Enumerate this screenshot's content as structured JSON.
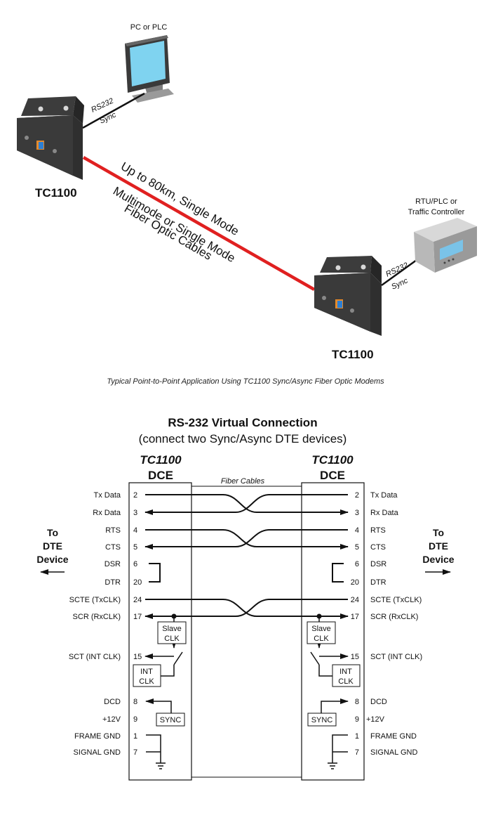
{
  "application": {
    "pc_label": "PC or PLC",
    "rtu_label_line1": "RTU/PLC or",
    "rtu_label_line2": "Traffic Controller",
    "link_left_line1": "RS232",
    "link_left_line2": "Sync",
    "link_right_line1": "RS232",
    "link_right_line2": "Sync",
    "modem_left_name": "TC1100",
    "modem_right_name": "TC1100",
    "fiber_line1": "Up to 80km, Single Mode",
    "fiber_line2": "Multimode or Single Mode",
    "fiber_line3": "Fiber Optic Cables",
    "caption": "Typical Point-to-Point Application Using TC1100 Sync/Async Fiber Optic Modems",
    "fiber_color": "#e02020"
  },
  "wiring": {
    "title": "RS-232 Virtual Connection",
    "subtitle": "(connect two Sync/Async DTE devices)",
    "left_header_line1": "TC1100",
    "left_header_line2": "DCE",
    "right_header_line1": "TC1100",
    "right_header_line2": "DCE",
    "fiber_cables_label": "Fiber Cables",
    "left_device_line1": "To",
    "left_device_line2": "DTE",
    "left_device_line3": "Device",
    "right_device_line1": "To",
    "right_device_line2": "DTE",
    "right_device_line3": "Device",
    "slave_clk_line1": "Slave",
    "slave_clk_line2": "CLK",
    "int_clk_line1": "INT",
    "int_clk_line2": "CLK",
    "sync_label": "SYNC",
    "signals": [
      {
        "name": "Tx Data",
        "pin": "2"
      },
      {
        "name": "Rx Data",
        "pin": "3"
      },
      {
        "name": "RTS",
        "pin": "4"
      },
      {
        "name": "CTS",
        "pin": "5"
      },
      {
        "name": "DSR",
        "pin": "6"
      },
      {
        "name": "DTR",
        "pin": "20"
      },
      {
        "name": "SCTE (TxCLK)",
        "pin": "24"
      },
      {
        "name": "SCR (RxCLK)",
        "pin": "17"
      },
      {
        "name": "SCT (INT CLK)",
        "pin": "15"
      },
      {
        "name": "DCD",
        "pin": "8"
      },
      {
        "name": "+12V",
        "pin": "9"
      },
      {
        "name": "FRAME GND",
        "pin": "1"
      },
      {
        "name": "SIGNAL GND",
        "pin": "7"
      }
    ]
  }
}
